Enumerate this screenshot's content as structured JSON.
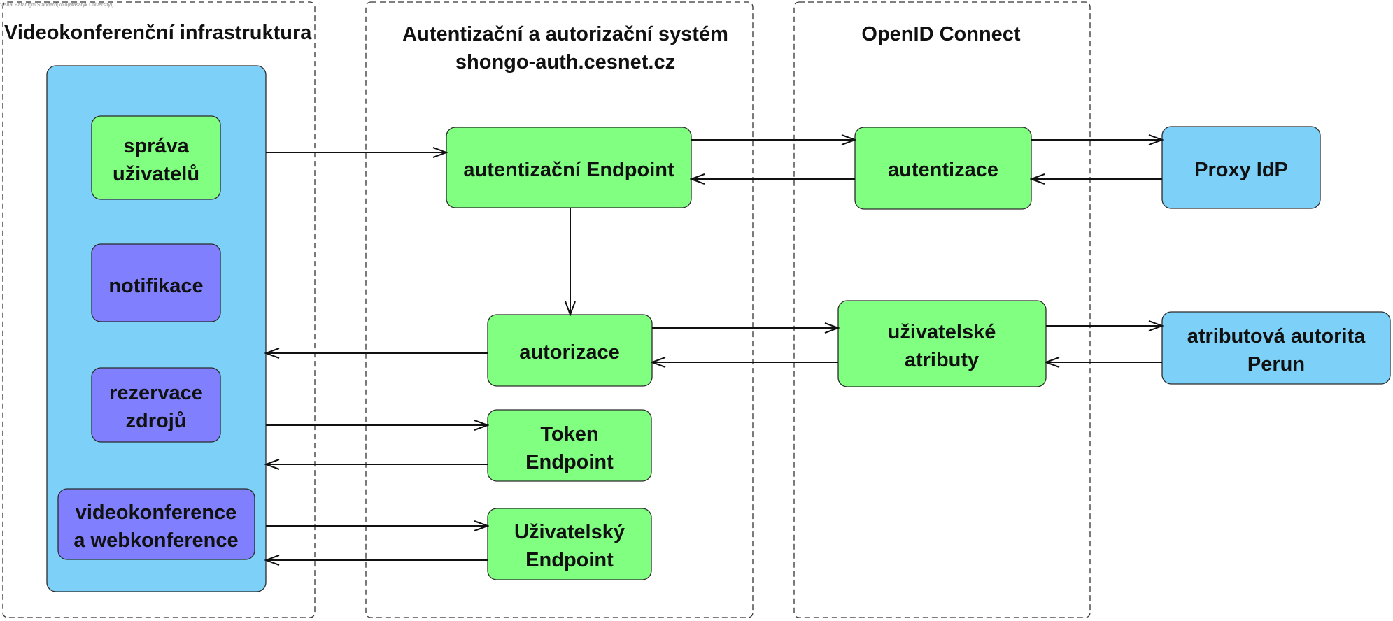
{
  "watermark": "Visual Paradigm Standard(kolo(Masaryk University))",
  "colors": {
    "container": "#7dd0f7",
    "green": "#80ff80",
    "purple": "#8080ff",
    "blue": "#7dd0f7",
    "line": "#111111"
  },
  "lanes": {
    "infra": {
      "title": "Videokonferenční infrastruktura"
    },
    "auth": {
      "title_line1": "Autentizační a autorizační  systém",
      "title_line2": "shongo-auth.cesnet.cz"
    },
    "oidc": {
      "title": "OpenID Connect"
    }
  },
  "nodes": {
    "sprava": {
      "line1": "správa",
      "line2": "uživatelů"
    },
    "notifikace": {
      "line1": "notifikace"
    },
    "rezervace": {
      "line1": "rezervace",
      "line2": "zdrojů"
    },
    "videokonference": {
      "line1": "videokonference",
      "line2": "a webkonference"
    },
    "auth_endpoint": {
      "line1": "autentizační Endpoint"
    },
    "autorizace": {
      "line1": "autorizace"
    },
    "token_endpoint": {
      "line1": "Token",
      "line2": "Endpoint"
    },
    "user_endpoint": {
      "line1": "Uživatelský",
      "line2": "Endpoint"
    },
    "autentizace": {
      "line1": "autentizace"
    },
    "user_attrs": {
      "line1": "uživatelské",
      "line2": "atributy"
    },
    "proxy_idp": {
      "line1": "Proxy IdP"
    },
    "perun": {
      "line1": "atributová autorita",
      "line2": "Perun"
    }
  }
}
